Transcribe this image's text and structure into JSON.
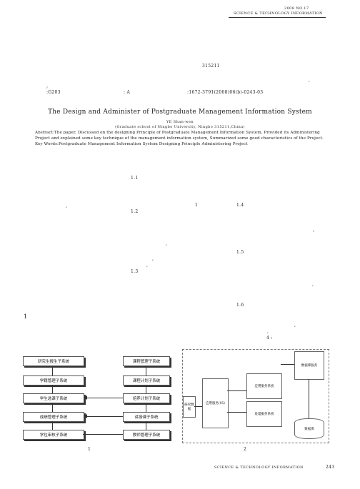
{
  "header": {
    "issue": "2008   NO.17",
    "journal": "SCIENCE & TECHNOLOGY INFORMATION"
  },
  "meta": {
    "postcode": "315211",
    "clc": ":G203",
    "doc_code": ": A",
    "article_no": ":1672-3791(2008)06(b)-0243-03"
  },
  "english": {
    "title": "The Design and Administer of Postgraduate Management Information System",
    "author": "YE Shan-wen",
    "affiliation": "(Graduate school of Ningbo University, Ningbo 315211,China)",
    "abstract": "Abstract:The paper, Discussed on the designing Principle of Postgraduate Management Information System, Provided its Administering Project and explained some key technique of the management information system, Summarized some good characteristics of the Project.",
    "keywords": "Key Words:Postgraduate  Management  Information  System  Designing Principle  Administering  Project"
  },
  "sections": {
    "s1_1": "1.1",
    "s1_2": "1.2",
    "s1_3": "1.3",
    "s1_4": "1.4",
    "s1_5": "1.5",
    "s1_6": "1.6",
    "one": "1",
    "sec1": "1",
    "colon": ":"
  },
  "figure1": {
    "left_boxes": [
      "研究生报生子系统",
      "学籍管理子系统",
      "学生选课子系统",
      "成绩管理子系统",
      "学位审核子系统"
    ],
    "right_boxes": [
      "课程管理子系统",
      "课程计划子系统",
      "培养计划子系统",
      "讲授课子系统",
      "教师管理子系统"
    ],
    "caption_no": "1"
  },
  "figure2": {
    "input_label": "研究数据",
    "server_label": "应用服务(IIS)",
    "top_mid": "应用服务系统",
    "bottom_mid": "处理服务系统",
    "top_right": "数据库服务",
    "db_label": "数据库",
    "caption_no": "2"
  },
  "footer": {
    "journal": "SCIENCE & TECHNOLOGY INFORMATION",
    "page": "243"
  }
}
